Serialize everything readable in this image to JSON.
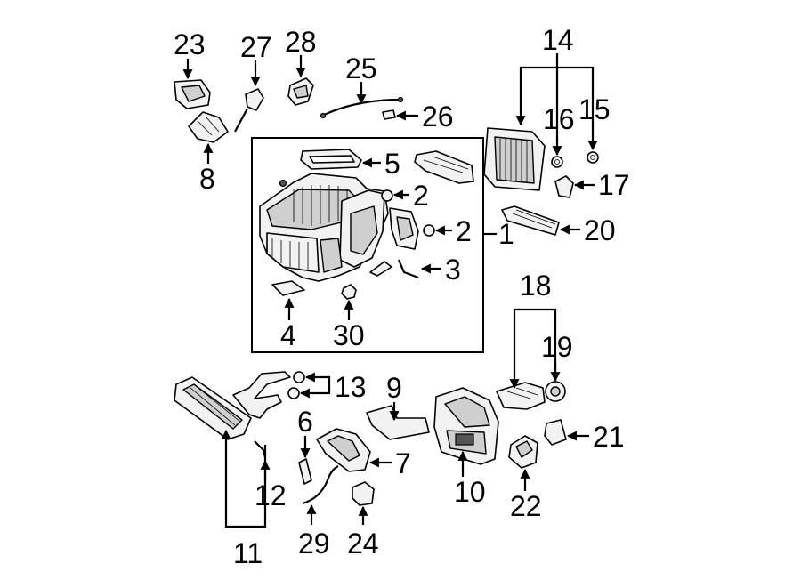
{
  "callouts": [
    {
      "id": "c1",
      "text": "1"
    },
    {
      "id": "c2a",
      "text": "2"
    },
    {
      "id": "c2b",
      "text": "2"
    },
    {
      "id": "c3",
      "text": "3"
    },
    {
      "id": "c4",
      "text": "4"
    },
    {
      "id": "c5",
      "text": "5"
    },
    {
      "id": "c6",
      "text": "6"
    },
    {
      "id": "c7",
      "text": "7"
    },
    {
      "id": "c8",
      "text": "8"
    },
    {
      "id": "c9",
      "text": "9"
    },
    {
      "id": "c10",
      "text": "10"
    },
    {
      "id": "c11",
      "text": "11"
    },
    {
      "id": "c12",
      "text": "12"
    },
    {
      "id": "c13",
      "text": "13"
    },
    {
      "id": "c14",
      "text": "14"
    },
    {
      "id": "c15",
      "text": "15"
    },
    {
      "id": "c16",
      "text": "16"
    },
    {
      "id": "c17",
      "text": "17"
    },
    {
      "id": "c18",
      "text": "18"
    },
    {
      "id": "c19",
      "text": "19"
    },
    {
      "id": "c20",
      "text": "20"
    },
    {
      "id": "c21",
      "text": "21"
    },
    {
      "id": "c22",
      "text": "22"
    },
    {
      "id": "c23",
      "text": "23"
    },
    {
      "id": "c24",
      "text": "24"
    },
    {
      "id": "c25",
      "text": "25"
    },
    {
      "id": "c26",
      "text": "26"
    },
    {
      "id": "c27",
      "text": "27"
    },
    {
      "id": "c28",
      "text": "28"
    },
    {
      "id": "c29",
      "text": "29"
    },
    {
      "id": "c30",
      "text": "30"
    }
  ]
}
